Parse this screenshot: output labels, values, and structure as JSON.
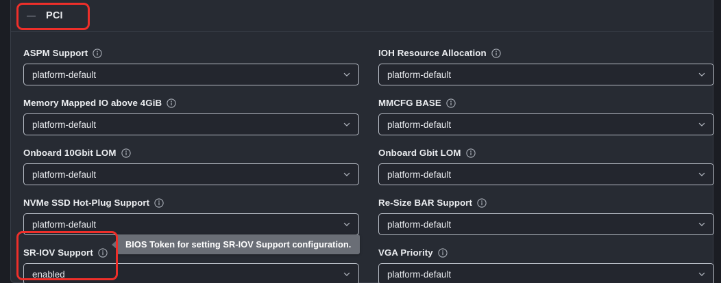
{
  "section": {
    "title": "PCI",
    "collapse_icon": "minus-icon",
    "expanded": true
  },
  "fields": [
    {
      "label": "ASPM Support",
      "info_icon": "info-icon",
      "value": "platform-default",
      "chevron_icon": "chevron-down-icon",
      "column": "left"
    },
    {
      "label": "IOH Resource Allocation",
      "info_icon": "info-icon",
      "value": "platform-default",
      "chevron_icon": "chevron-down-icon",
      "column": "right"
    },
    {
      "label": "Memory Mapped IO above 4GiB",
      "info_icon": "info-icon",
      "value": "platform-default",
      "chevron_icon": "chevron-down-icon",
      "column": "left"
    },
    {
      "label": "MMCFG BASE",
      "info_icon": "info-icon",
      "value": "platform-default",
      "chevron_icon": "chevron-down-icon",
      "column": "right"
    },
    {
      "label": "Onboard 10Gbit LOM",
      "info_icon": "info-icon",
      "value": "platform-default",
      "chevron_icon": "chevron-down-icon",
      "column": "left"
    },
    {
      "label": "Onboard Gbit LOM",
      "info_icon": "info-icon",
      "value": "platform-default",
      "chevron_icon": "chevron-down-icon",
      "column": "right"
    },
    {
      "label": "NVMe SSD Hot-Plug Support",
      "info_icon": "info-icon",
      "value": "platform-default",
      "chevron_icon": "chevron-down-icon",
      "column": "left"
    },
    {
      "label": "Re-Size BAR Support",
      "info_icon": "info-icon",
      "value": "platform-default",
      "chevron_icon": "chevron-down-icon",
      "column": "right"
    },
    {
      "label": "SR-IOV Support",
      "info_icon": "info-icon",
      "value": "enabled",
      "chevron_icon": "chevron-down-icon",
      "column": "left"
    },
    {
      "label": "VGA Priority",
      "info_icon": "info-icon",
      "value": "platform-default",
      "chevron_icon": "chevron-down-icon",
      "column": "right"
    }
  ],
  "tooltip": {
    "text": "BIOS Token for setting SR-IOV Support configuration."
  },
  "annotations": {
    "highlight_color": "#ee2f2a",
    "boxes": [
      {
        "target": "section-header-pci"
      },
      {
        "target": "field-sr-iov-support"
      }
    ]
  },
  "colors": {
    "page_background": "#1b1d23",
    "panel_background": "#272b33",
    "input_background": "#23262e",
    "input_border": "#b9bec7",
    "label_text": "#eceef1",
    "value_text": "#e6e8ec",
    "divider": "#3a3f49",
    "tooltip_background": "#6a6e76",
    "tooltip_text": "#ffffff"
  }
}
